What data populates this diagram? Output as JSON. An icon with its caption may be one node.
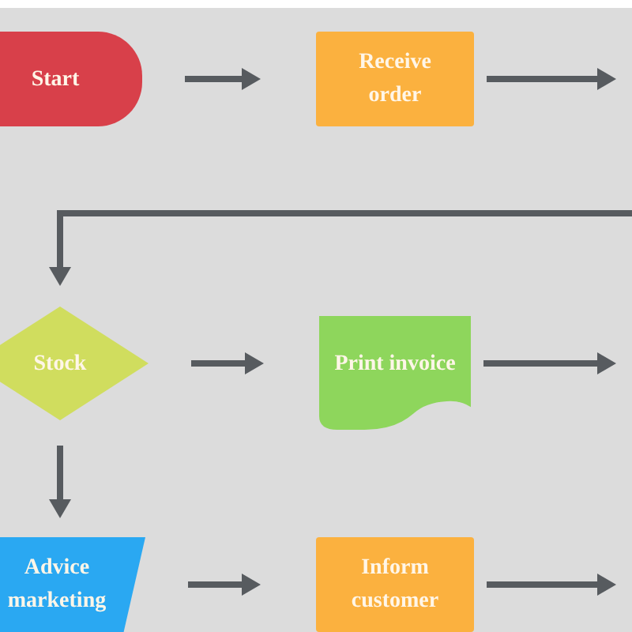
{
  "diagram": {
    "nodes": [
      {
        "text": [
          "Start"
        ]
      },
      {
        "text": [
          "Receive order"
        ]
      },
      {
        "text": [
          "Stock"
        ]
      },
      {
        "text": [
          "Print invoice"
        ]
      },
      {
        "text": [
          "Advice marketing"
        ]
      },
      {
        "text": [
          "Inform customer"
        ]
      }
    ],
    "edges": [
      {
        "from": 0,
        "to": 1,
        "arrow": "to"
      },
      {
        "from": 1,
        "to": null,
        "arrow": "to"
      },
      {
        "from": null,
        "to": 2,
        "arrow": "to"
      },
      {
        "from": 2,
        "to": 3,
        "arrow": "to"
      },
      {
        "from": 3,
        "to": null,
        "arrow": "to"
      },
      {
        "from": 2,
        "to": 4,
        "arrow": "to"
      },
      {
        "from": 4,
        "to": 5,
        "arrow": "to"
      },
      {
        "from": 5,
        "to": null,
        "arrow": "to"
      }
    ]
  }
}
